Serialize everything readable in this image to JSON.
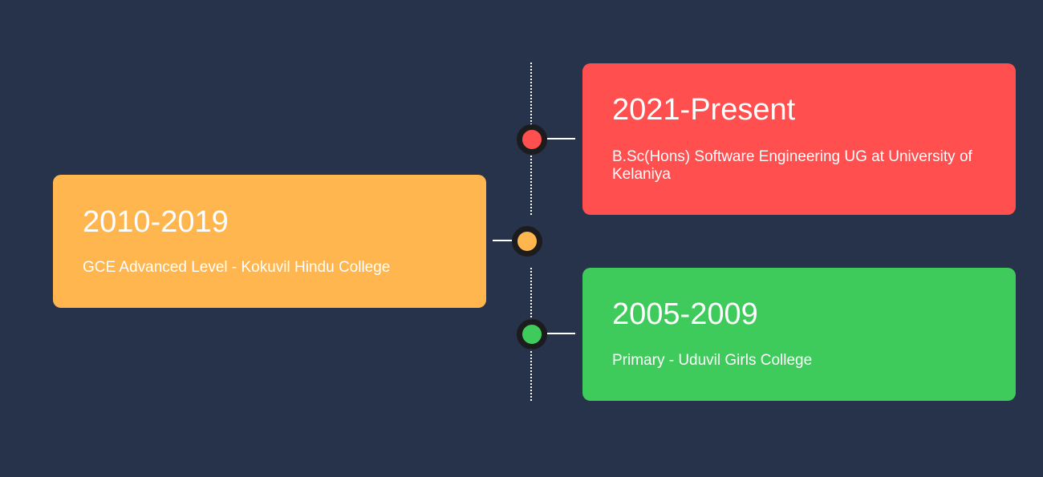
{
  "timeline": {
    "items": [
      {
        "period": "2021-Present",
        "description": "B.Sc(Hons) Software Engineering UG at University of Kelaniya",
        "color": "#ff4f4f"
      },
      {
        "period": "2010-2019",
        "description": "GCE Advanced Level - Kokuvil Hindu College",
        "color": "#ffb64f"
      },
      {
        "period": "2005-2009",
        "description": "Primary - Uduvil Girls College",
        "color": "#3ecb5c"
      }
    ]
  },
  "colors": {
    "background": "#27324b",
    "dot_ring": "#1c1c1e",
    "line": "#ffffff"
  }
}
